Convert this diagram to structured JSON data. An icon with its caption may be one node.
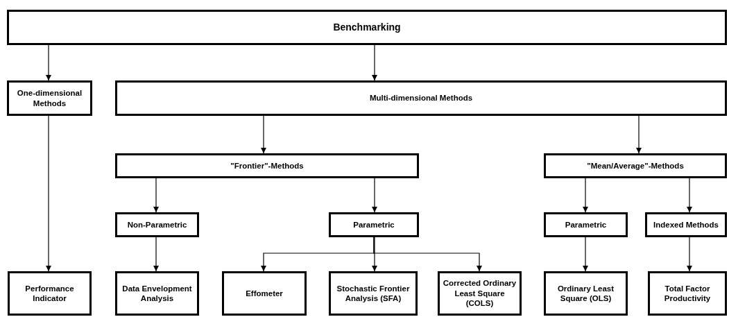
{
  "diagram": {
    "nodes": [
      {
        "text": [
          "Benchmarking"
        ]
      },
      {
        "text": [
          "One-dimensional Methods"
        ]
      },
      {
        "text": [
          "Multi-dimensional Methods"
        ]
      },
      {
        "text": [
          "\"Frontier\"-Methods"
        ]
      },
      {
        "text": [
          "\"Mean/Average\"-Methods"
        ]
      },
      {
        "text": [
          "Non-Parametric"
        ]
      },
      {
        "text": [
          "Parametric"
        ]
      },
      {
        "text": [
          "Parametric"
        ]
      },
      {
        "text": [
          "Indexed Methods"
        ]
      },
      {
        "text": [
          "Performance Indicator"
        ]
      },
      {
        "text": [
          "Data Envelopment Analysis"
        ]
      },
      {
        "text": [
          "Effometer"
        ]
      },
      {
        "text": [
          "Stochastic Frontier Analysis (SFA)"
        ]
      },
      {
        "text": [
          "Corrected Ordinary Least Square (COLS)"
        ]
      },
      {
        "text": [
          "Ordinary Least Square (OLS)"
        ]
      },
      {
        "text": [
          "Total Factor Productivity"
        ]
      }
    ],
    "edges": [
      {
        "from": 0,
        "to": 1,
        "arrow": "to"
      },
      {
        "from": 0,
        "to": 2,
        "arrow": "to"
      },
      {
        "from": 1,
        "to": 9,
        "arrow": "to"
      },
      {
        "from": 2,
        "to": 3,
        "arrow": "to"
      },
      {
        "from": 2,
        "to": 4,
        "arrow": "to"
      },
      {
        "from": 3,
        "to": 5,
        "arrow": "to"
      },
      {
        "from": 3,
        "to": 6,
        "arrow": "to"
      },
      {
        "from": 4,
        "to": 7,
        "arrow": "to"
      },
      {
        "from": 4,
        "to": 8,
        "arrow": "to"
      },
      {
        "from": 5,
        "to": 10,
        "arrow": "to"
      },
      {
        "from": 6,
        "to": 11,
        "arrow": "to"
      },
      {
        "from": 6,
        "to": 12,
        "arrow": "to"
      },
      {
        "from": 6,
        "to": 13,
        "arrow": "to"
      },
      {
        "from": 7,
        "to": 14,
        "arrow": "to"
      },
      {
        "from": 8,
        "to": 15,
        "arrow": "to"
      }
    ]
  }
}
